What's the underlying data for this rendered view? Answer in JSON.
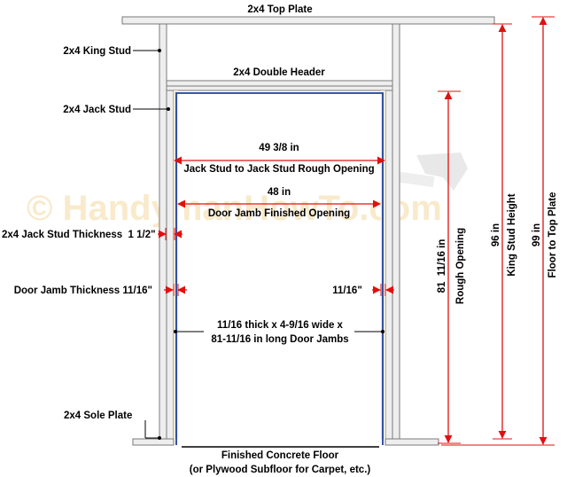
{
  "watermark": "© HandymanHowTo.com",
  "colors": {
    "lumber_fill": "#eeeeee",
    "lumber_stroke": "#7a7a7a",
    "jamb_fill": "#fbe9d8",
    "jamb_edge": "#1f3f9a",
    "dimension": "#e01010"
  },
  "labels": {
    "top_plate": "2x4 Top Plate",
    "king_stud": "2x4 King Stud",
    "double_header": "2x4 Double Header",
    "jack_stud": "2x4 Jack Stud",
    "jack_thickness": "2x4 Jack Stud Thickness  1 1/2\"",
    "jamb_thickness_left": "Door Jamb Thickness 11/16\"",
    "jamb_thickness_right": "11/16\"",
    "jamb_desc_line1": "11/16 thick x 4-9/16 wide x",
    "jamb_desc_line2": "81-11/16 in long Door Jambs",
    "sole_plate": "2x4 Sole Plate",
    "floor_line1": "Finished Concrete Floor",
    "floor_line2": "(or Plywood Subfloor for Carpet, etc.)"
  },
  "dimensions": {
    "rough_width_value": "49 3/8 in",
    "rough_width_text": "Jack Stud to Jack Stud Rough Opening",
    "finished_width_value": "48 in",
    "finished_width_text": "Door Jamb Finished Opening",
    "rough_height_value": "81  11/16 in",
    "rough_height_text": "Rough Opening",
    "king_height_value": "96 in",
    "king_height_text": "King Stud Height",
    "total_height_value": "99 in",
    "total_height_text": "Floor to Top Plate"
  }
}
